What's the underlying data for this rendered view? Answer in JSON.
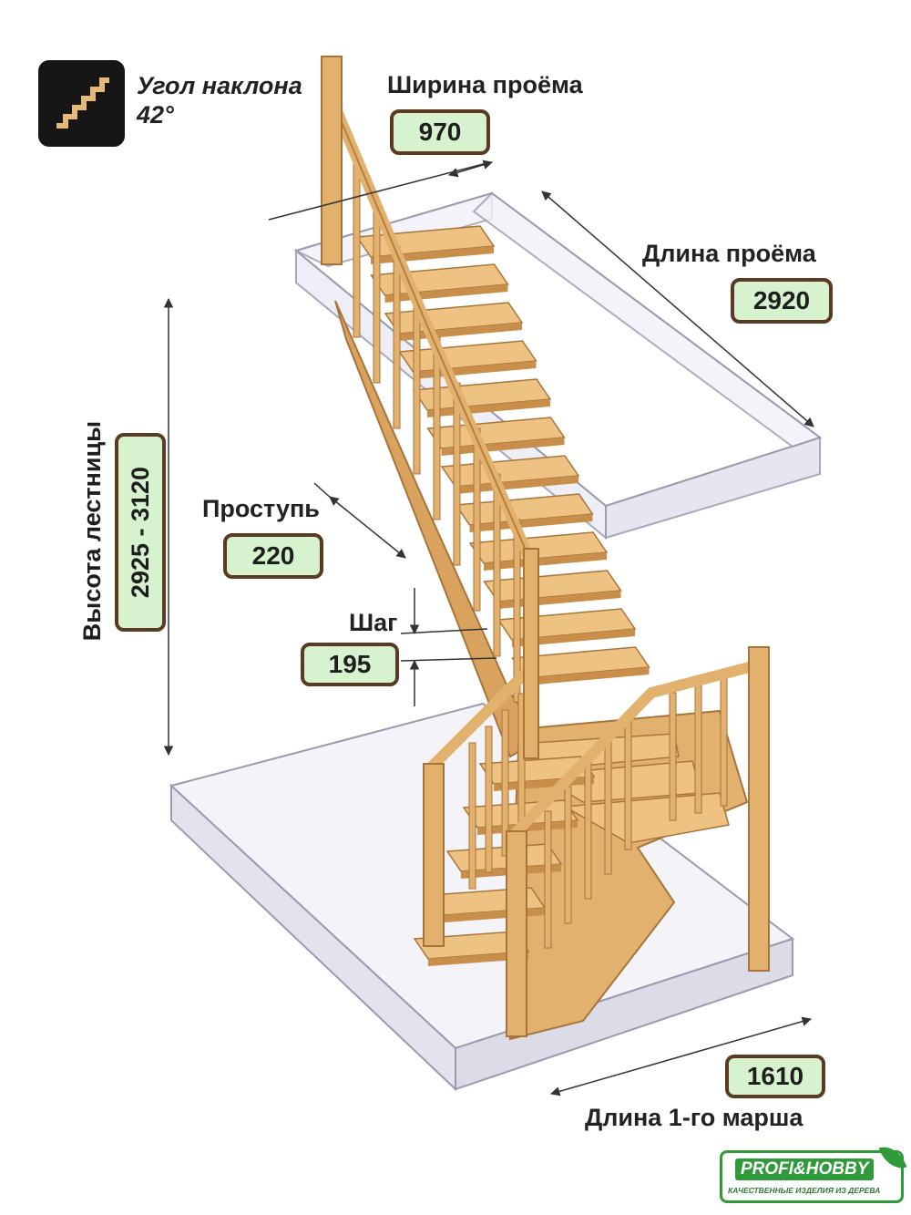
{
  "angle": {
    "title": "Угол наклона",
    "value": "42°"
  },
  "opening_width": {
    "label": "Ширина проёма",
    "value": "970"
  },
  "opening_length": {
    "label": "Длина проёма",
    "value": "2920"
  },
  "stair_height": {
    "label": "Высота лестницы",
    "value": "2925 - 3120"
  },
  "tread": {
    "label": "Проступь",
    "value": "220"
  },
  "step": {
    "label": "Шаг",
    "value": "195"
  },
  "first_flight": {
    "label": "Длина 1-го марша",
    "value": "1610"
  },
  "brand": {
    "name": "PROFI&HOBBY",
    "slogan": "КАЧЕСТВЕННЫЕ ИЗДЕЛИЯ ИЗ ДЕРЕВА"
  },
  "colors": {
    "badge_fill": "#d6f2cf",
    "badge_border": "#5a3a22",
    "wood": "#e7b876",
    "wood_dark": "#c98f4a",
    "glass": "#e9e9f4",
    "brand_green": "#2f9a3a"
  }
}
